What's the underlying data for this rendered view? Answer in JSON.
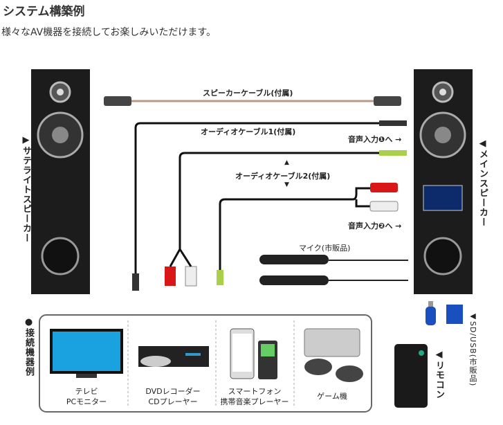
{
  "header": {
    "title": "システム構築例",
    "subtitle": "様々なAV機器を接続してお楽しみいただけます。"
  },
  "speakers": {
    "satellite": "▶サテライトスピーカー",
    "main": "◀メインスピーカー"
  },
  "cables": {
    "speaker_cable": "スピーカーケーブル(付属)",
    "audio_cable_1": "オーディオケーブル1(付属)",
    "audio_cable_2": "オーディオケーブル2(付属)",
    "input_1": "音声入力❶へ →",
    "input_2": "音声入力❷へ →",
    "mic": "マイク(市販品)"
  },
  "devices": {
    "heading": "●接続機器例",
    "items": [
      {
        "line1": "テレビ",
        "line2": "PCモニター"
      },
      {
        "line1": "DVDレコーダー",
        "line2": "CDプレーヤー"
      },
      {
        "line1": "スマートフォン",
        "line2": "携帯音楽プレーヤー"
      },
      {
        "line1": "ゲーム機",
        "line2": ""
      }
    ]
  },
  "accessories": {
    "sd_usb": "◀SD/USB(市販品)",
    "remote": "◀リモコン"
  },
  "colors": {
    "speaker": "#1c1c1c",
    "speaker_cable": "#b89a86",
    "audio_green": "#a8d048",
    "rca_red": "#d81818",
    "usb_blue": "#1a4fc0"
  }
}
